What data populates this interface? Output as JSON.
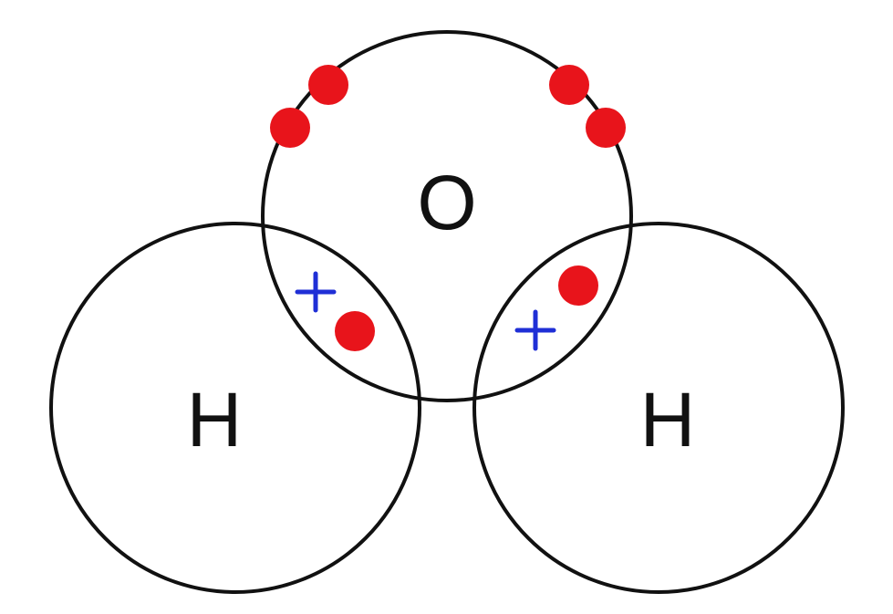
{
  "diagram": {
    "atoms": [
      {
        "symbol": "O"
      },
      {
        "symbol": "H"
      },
      {
        "symbol": "H"
      }
    ],
    "colors": {
      "background": "#ffffff",
      "shell": "#111111",
      "label": "#111111",
      "oxygen_electron": "#e8141b",
      "hydrogen_electron": "#1f2fd6"
    },
    "legend": {
      "oxygen_electron_marker": "dot",
      "hydrogen_electron_marker": "cross"
    }
  }
}
